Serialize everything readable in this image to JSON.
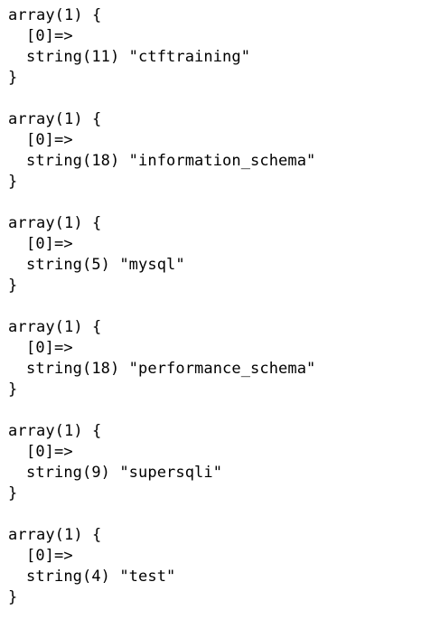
{
  "dump": {
    "entries": [
      {
        "open": "array(1) {",
        "key": "[0]=>",
        "value": "string(11) \"ctftraining\"",
        "close": "}"
      },
      {
        "open": "array(1) {",
        "key": "[0]=>",
        "value": "string(18) \"information_schema\"",
        "close": "}"
      },
      {
        "open": "array(1) {",
        "key": "[0]=>",
        "value": "string(5) \"mysql\"",
        "close": "}"
      },
      {
        "open": "array(1) {",
        "key": "[0]=>",
        "value": "string(18) \"performance_schema\"",
        "close": "}"
      },
      {
        "open": "array(1) {",
        "key": "[0]=>",
        "value": "string(9) \"supersqli\"",
        "close": "}"
      },
      {
        "open": "array(1) {",
        "key": "[0]=>",
        "value": "string(4) \"test\"",
        "close": "}"
      }
    ]
  }
}
